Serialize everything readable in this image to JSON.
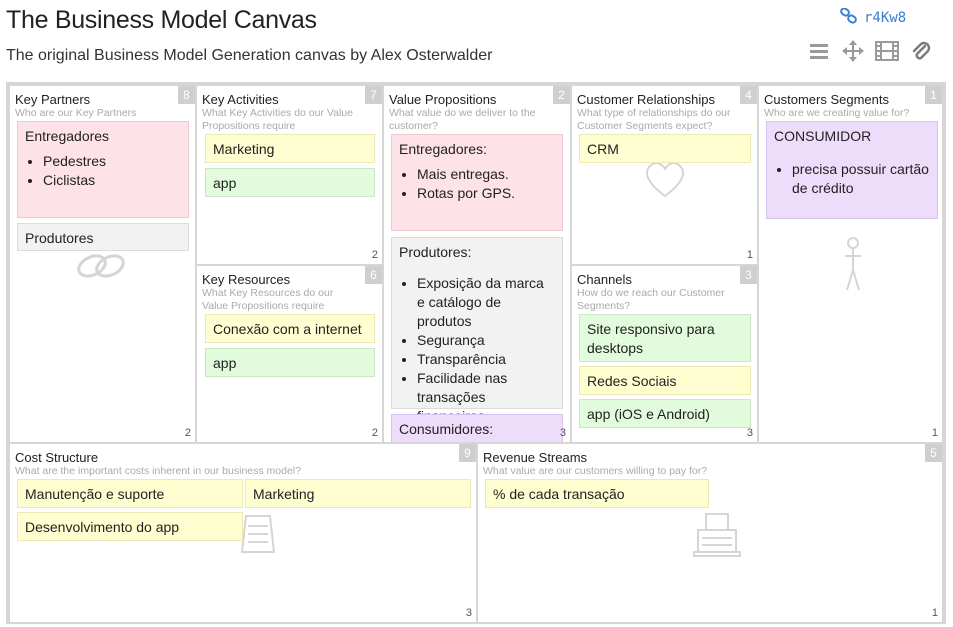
{
  "header": {
    "title": "The Business Model Canvas",
    "subtitle": "The original Business Model Generation canvas by Alex Osterwalder",
    "share_code": "r4Kw8",
    "icons": [
      "list-icon",
      "move-icon",
      "film-icon",
      "paperclip-icon"
    ]
  },
  "blocks": {
    "key_partners": {
      "title": "Key Partners",
      "question": "Who are our Key Partners",
      "number": "8",
      "count": "2",
      "notes": {
        "n1": {
          "heading": "Entregadores",
          "items": [
            "Pedestres",
            "Ciclistas"
          ]
        },
        "n2": {
          "heading": "Produtores"
        }
      }
    },
    "key_activities": {
      "title": "Key Activities",
      "question": "What Key Activities do our Value Propositions require",
      "number": "7",
      "count": "2",
      "notes": {
        "n1": "Marketing",
        "n2": "app"
      }
    },
    "key_resources": {
      "title": "Key Resources",
      "question": "What Key Resources do our Value Propositions require",
      "number": "6",
      "count": "2",
      "notes": {
        "n1": "Conexão com a internet",
        "n2": "app"
      }
    },
    "value_propositions": {
      "title": "Value Propositions",
      "question": "What value do we deliver to the customer?",
      "number": "2",
      "count": "3",
      "notes": {
        "n1": {
          "heading": "Entregadores:",
          "items": [
            "Mais entregas.",
            "Rotas por GPS."
          ]
        },
        "n2": {
          "heading": "Produtores:",
          "items": [
            "Exposição da marca e catálogo de produtos",
            "Segurança",
            "Transparência",
            "Facilidade nas transações financeiras"
          ]
        },
        "n3": {
          "heading": "Consumidores:"
        }
      }
    },
    "customer_relationships": {
      "title": "Customer Relationships",
      "question": "What type of relationships do our Customer Segments expect?",
      "number": "4",
      "count": "1",
      "notes": {
        "n1": "CRM"
      }
    },
    "channels": {
      "title": "Channels",
      "question": "How do we reach our Customer Segments?",
      "number": "3",
      "count": "3",
      "notes": {
        "n1": "Site responsivo para desktops",
        "n2": "Redes Sociais",
        "n3": "app (iOS e Android)"
      }
    },
    "customer_segments": {
      "title": "Customers Segments",
      "question": "Who are we creating value for?",
      "number": "1",
      "count": "1",
      "notes": {
        "n1": {
          "heading": "CONSUMIDOR",
          "items": [
            "precisa possuir cartão de crédito"
          ]
        }
      }
    },
    "cost_structure": {
      "title": "Cost Structure",
      "question": "What are the important costs inherent in our business model?",
      "number": "9",
      "count": "3",
      "notes": {
        "n1": "Manutenção e suporte",
        "n2": "Marketing",
        "n3": "Desenvolvimento do app"
      }
    },
    "revenue_streams": {
      "title": "Revenue Streams",
      "question": "What value are our customers willing to pay for?",
      "number": "5",
      "count": "1",
      "notes": {
        "n1": "% de cada transação"
      }
    }
  },
  "colors": {
    "yellow_note": "#fefed0",
    "green_note": "#e2fbdd",
    "pink_note": "#fde2e8",
    "gray_note": "#f2f2f2",
    "purple_note": "#eedcfb",
    "link_blue": "#3a7fd5"
  }
}
